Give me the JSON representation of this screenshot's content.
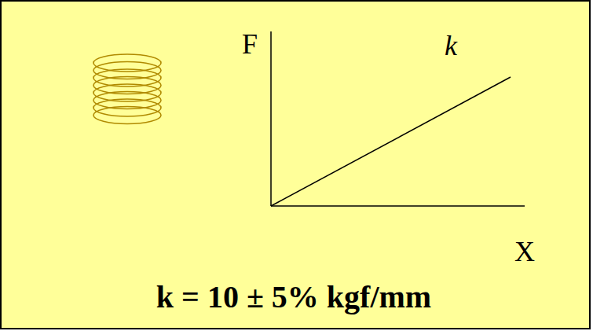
{
  "diagram": {
    "labels": [
      "F",
      "k",
      "X",
      "k = 10 ± 5% kgf/mm"
    ]
  }
}
